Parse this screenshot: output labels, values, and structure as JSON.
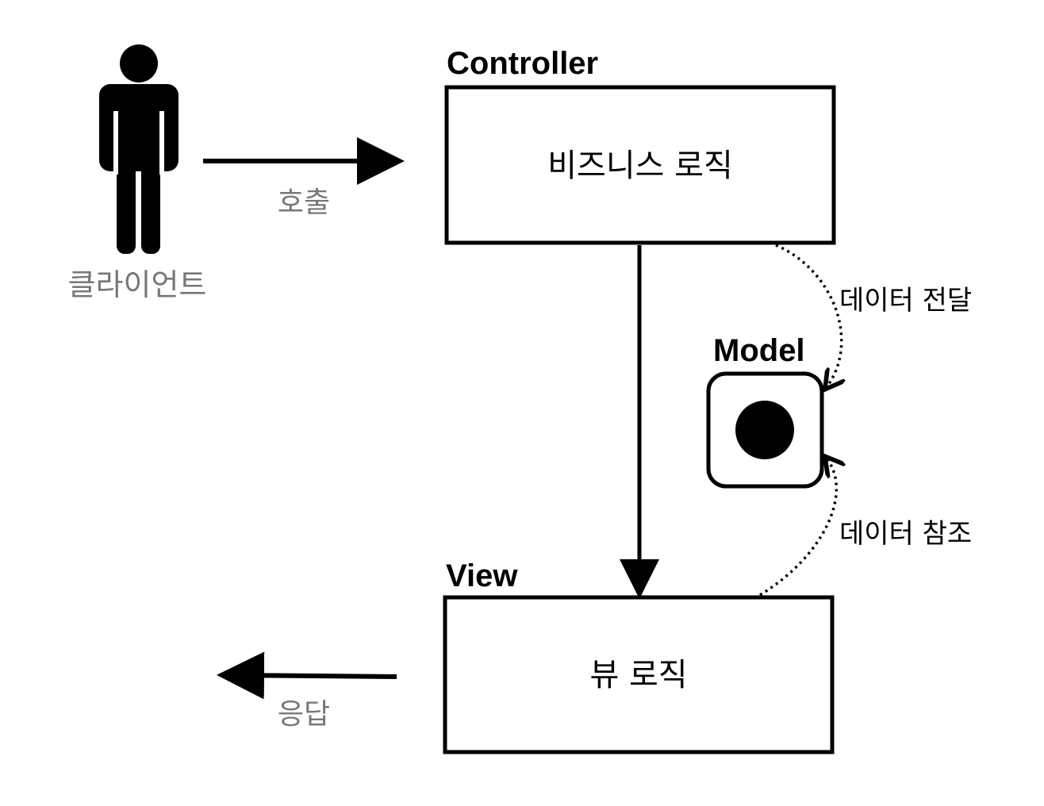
{
  "client": {
    "icon": "person-icon",
    "label": "클라이언트"
  },
  "controller": {
    "title": "Controller",
    "box_label": "비즈니스 로직"
  },
  "model": {
    "title": "Model",
    "icon": "filled-circle-icon"
  },
  "view": {
    "title": "View",
    "box_label": "뷰 로직"
  },
  "arrows": {
    "call_label": "호출",
    "response_label": "응답",
    "data_pass_label": "데이터 전달",
    "data_ref_label": "데이터 참조"
  },
  "colors": {
    "ink": "#000000",
    "muted_text": "#777777",
    "background": "#ffffff"
  }
}
